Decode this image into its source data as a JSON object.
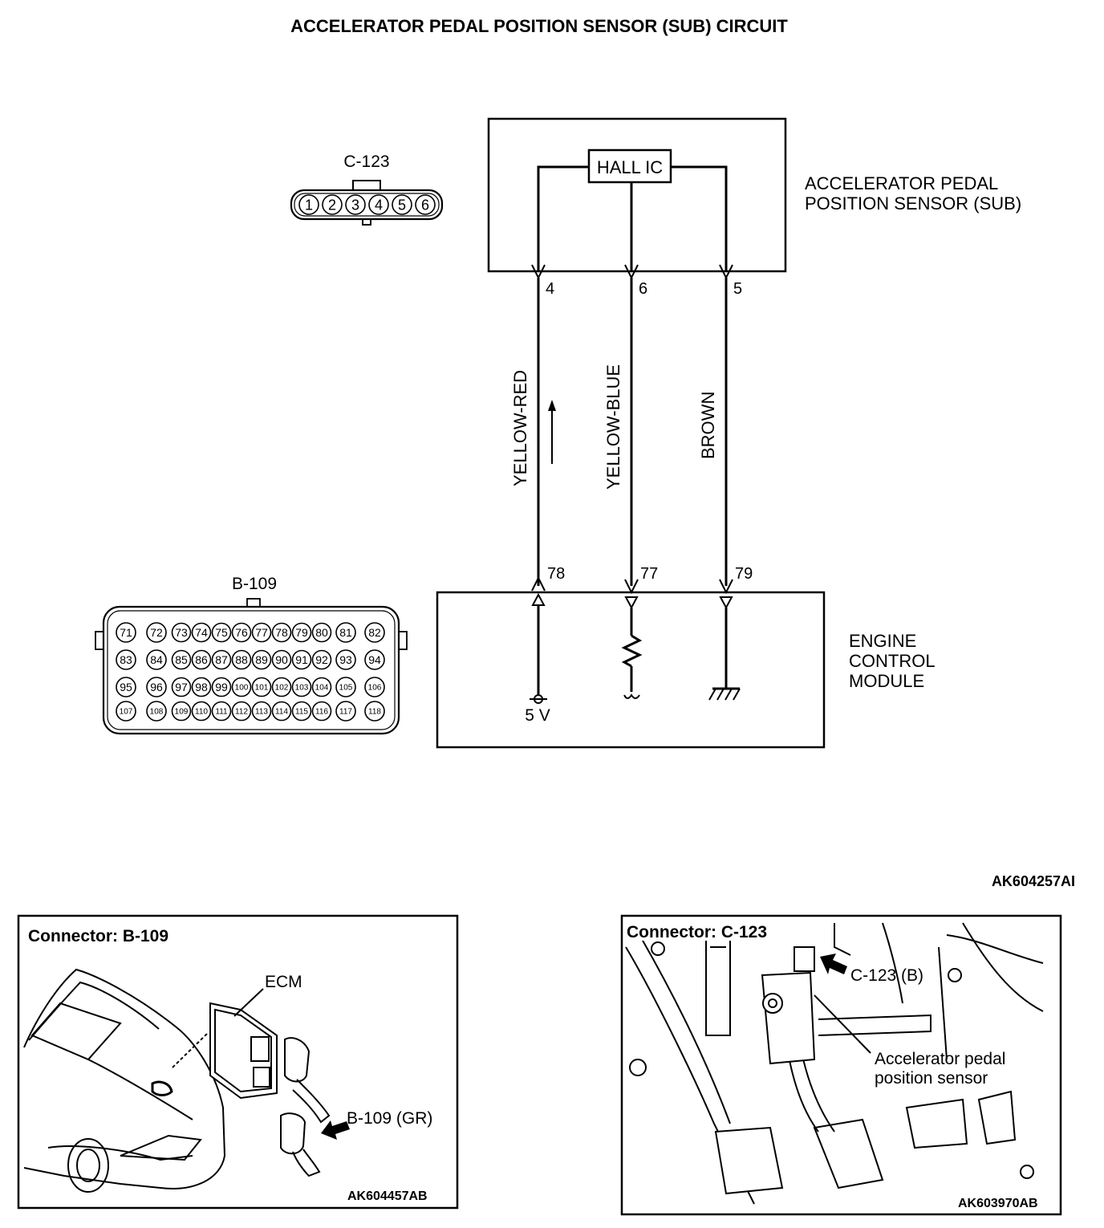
{
  "title": "ACCELERATOR PEDAL POSITION SENSOR (SUB) CIRCUIT",
  "sensor": {
    "name_line1": "ACCELERATOR PEDAL",
    "name_line2": "POSITION SENSOR (SUB)",
    "ic_label": "HALL IC",
    "connector_id": "C-123",
    "connector_pins": [
      "1",
      "2",
      "3",
      "4",
      "5",
      "6"
    ]
  },
  "wires": [
    {
      "sensor_pin": "4",
      "ecm_pin": "78",
      "color": "YELLOW-RED"
    },
    {
      "sensor_pin": "6",
      "ecm_pin": "77",
      "color": "YELLOW-BLUE"
    },
    {
      "sensor_pin": "5",
      "ecm_pin": "79",
      "color": "BROWN"
    }
  ],
  "ecm": {
    "name_line1": "ENGINE",
    "name_line2": "CONTROL",
    "name_line3": "MODULE",
    "supply_label": "5 V",
    "connector_id": "B-109",
    "connector_rows": [
      [
        "71",
        "72",
        "73",
        "74",
        "75",
        "76",
        "77",
        "78",
        "79",
        "80",
        "81",
        "82"
      ],
      [
        "83",
        "84",
        "85",
        "86",
        "87",
        "88",
        "89",
        "90",
        "91",
        "92",
        "93",
        "94"
      ],
      [
        "95",
        "96",
        "97",
        "98",
        "99",
        "100",
        "101",
        "102",
        "103",
        "104",
        "105",
        "106"
      ],
      [
        "107",
        "108",
        "109",
        "110",
        "111",
        "112",
        "113",
        "114",
        "115",
        "116",
        "117",
        "118"
      ]
    ]
  },
  "figure_id": "AK604257AI",
  "panel_left": {
    "title": "Connector: B-109",
    "ecm_label": "ECM",
    "connector_label": "B-109 (GR)",
    "figure_id": "AK604457AB"
  },
  "panel_right": {
    "title": "Connector: C-123",
    "connector_label": "C-123 (B)",
    "sensor_label_line1": "Accelerator pedal",
    "sensor_label_line2": "position sensor",
    "figure_id": "AK603970AB"
  }
}
